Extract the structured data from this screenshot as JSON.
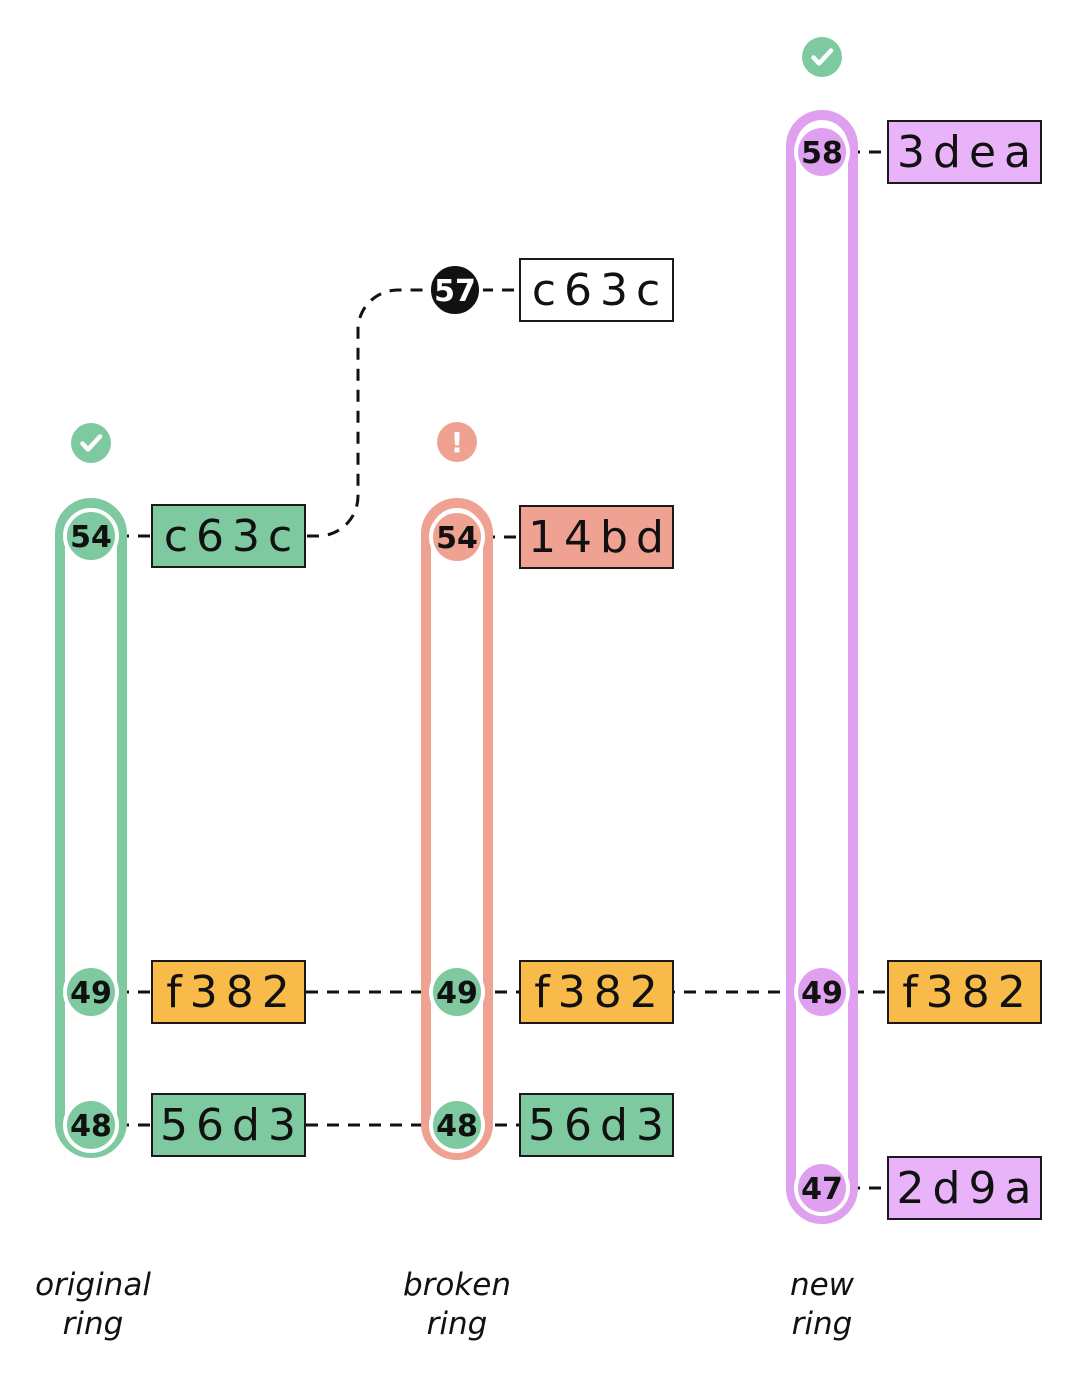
{
  "colors": {
    "background": "#ffffff",
    "white": "#ffffff",
    "green": "#7ec9a0",
    "salmon": "#efa192",
    "orange": "#f8bb49",
    "purple": "#dfa0f0",
    "purple-box": "#e8b3f8",
    "black-node": "#111111",
    "line": "#111111",
    "box-border": "#1a1a1a"
  },
  "columns": [
    {
      "name": "original ring",
      "label_line1": "original",
      "label_line2": "ring",
      "status": "valid",
      "status_icon": "check-icon",
      "nodes": [
        {
          "seq": "54",
          "hash": "c63c"
        },
        {
          "seq": "49",
          "hash": "f382"
        },
        {
          "seq": "48",
          "hash": "56d3"
        }
      ]
    },
    {
      "name": "broken ring",
      "label_line1": "broken",
      "label_line2": "ring",
      "status": "broken",
      "status_icon": "exclamation-icon",
      "nodes": [
        {
          "seq": "54",
          "hash": "14bd"
        },
        {
          "seq": "49",
          "hash": "f382"
        },
        {
          "seq": "48",
          "hash": "56d3"
        }
      ]
    },
    {
      "name": "new ring",
      "label_line1": "new",
      "label_line2": "ring",
      "status": "valid",
      "status_icon": "check-icon",
      "nodes": [
        {
          "seq": "58",
          "hash": "3dea"
        },
        {
          "seq": "49",
          "hash": "f382"
        },
        {
          "seq": "47",
          "hash": "2d9a"
        }
      ]
    }
  ],
  "detached_node": {
    "seq": "57",
    "hash": "c63c"
  }
}
